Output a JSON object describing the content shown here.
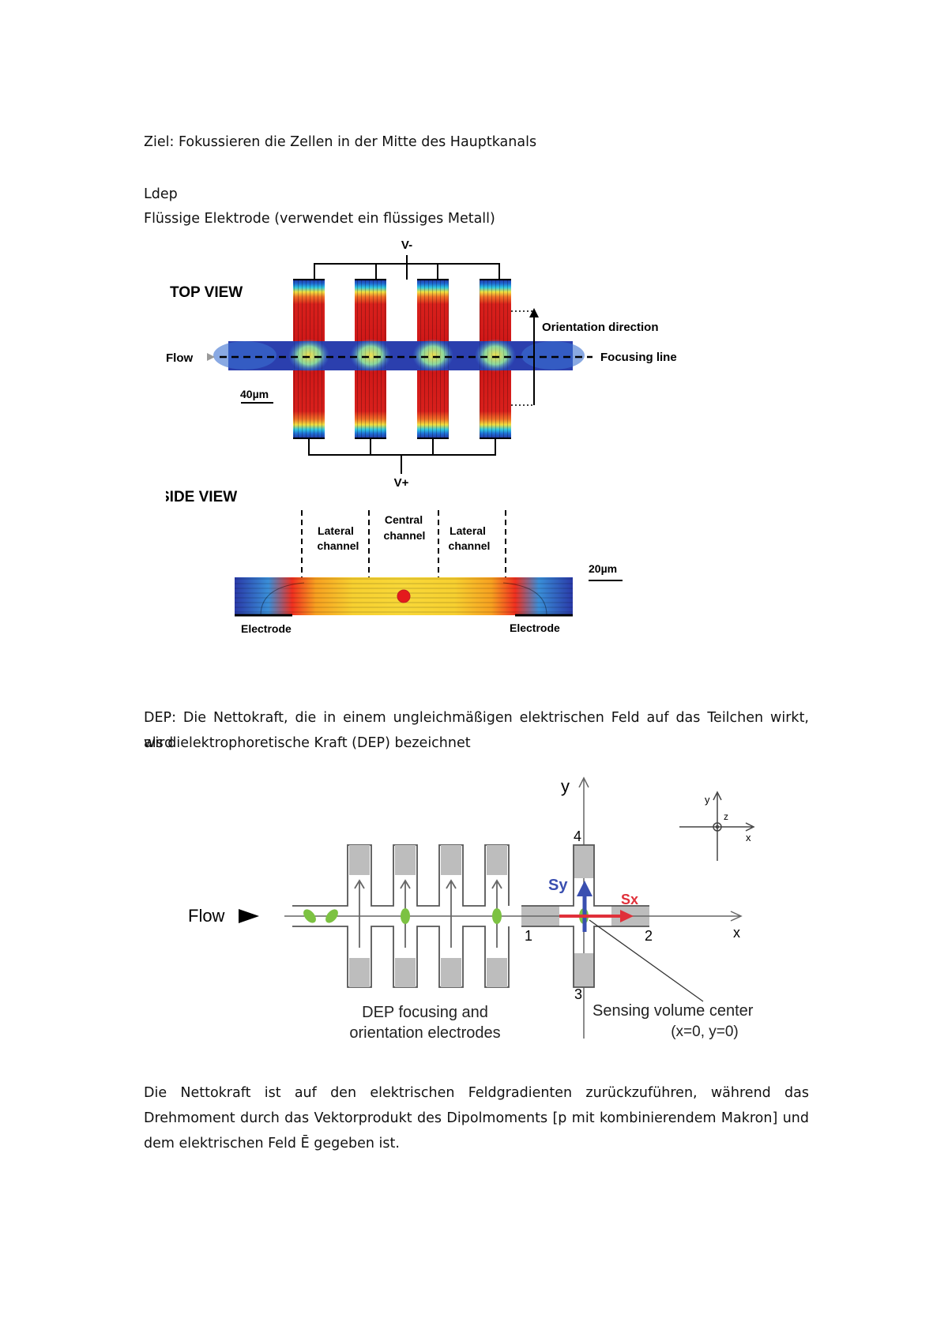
{
  "text": {
    "p1": "Ziel: Fokussieren die Zellen in der Mitte des Hauptkanals",
    "p2": "Ldep",
    "p3": "Flüssige Elektrode (verwendet ein flüssiges Metall)",
    "p4_line1": "DEP: Die Nettokraft, die in einem ungleichmäßigen elektrischen Feld auf das Teilchen wirkt, wird",
    "p4_line2": "als dielektrophoretische Kraft (DEP) bezeichnet",
    "p5_line1": "Die Nettokraft ist auf den elektrischen Feldgradienten zurückzuführen, während das",
    "p5_line2": "Drehmoment durch das Vektorprodukt des Dipolmoments [p mit kombinierendem Makron] und",
    "p5_line3": "dem elektrischen Feld Ē gegeben ist."
  },
  "figure1": {
    "v_minus": "V-",
    "v_plus": "V+",
    "top_view": "TOP VIEW",
    "side_view": "SIDE VIEW",
    "flow": "Flow",
    "orientation_direction": "Orientation direction",
    "focusing_line": "Focusing line",
    "scale_top": "40µm",
    "scale_side": "20µm",
    "lateral_channel_1a": "Lateral",
    "lateral_channel_1b": "channel",
    "central_channel_a": "Central",
    "central_channel_b": "channel",
    "lateral_channel_2a": "Lateral",
    "lateral_channel_2b": "channel",
    "electrode_left": "Electrode",
    "electrode_right": "Electrode"
  },
  "figure2": {
    "flow": "Flow",
    "axis_y": "y",
    "axis_x": "x",
    "sy": "Sy",
    "sx": "Sx",
    "n1": "1",
    "n2": "2",
    "n3": "3",
    "n4": "4",
    "dep_label_1": "DEP focusing and",
    "dep_label_2": "orientation electrodes",
    "sensing_1": "Sensing volume center",
    "sensing_2": "(x=0, y=0)",
    "mini_y": "y",
    "mini_z": "z",
    "mini_x": "x",
    "colors": {
      "sy": "#3a4fb0",
      "sx": "#e0303a",
      "cell": "#7cc242",
      "electrode": "#bdbdbd"
    }
  }
}
